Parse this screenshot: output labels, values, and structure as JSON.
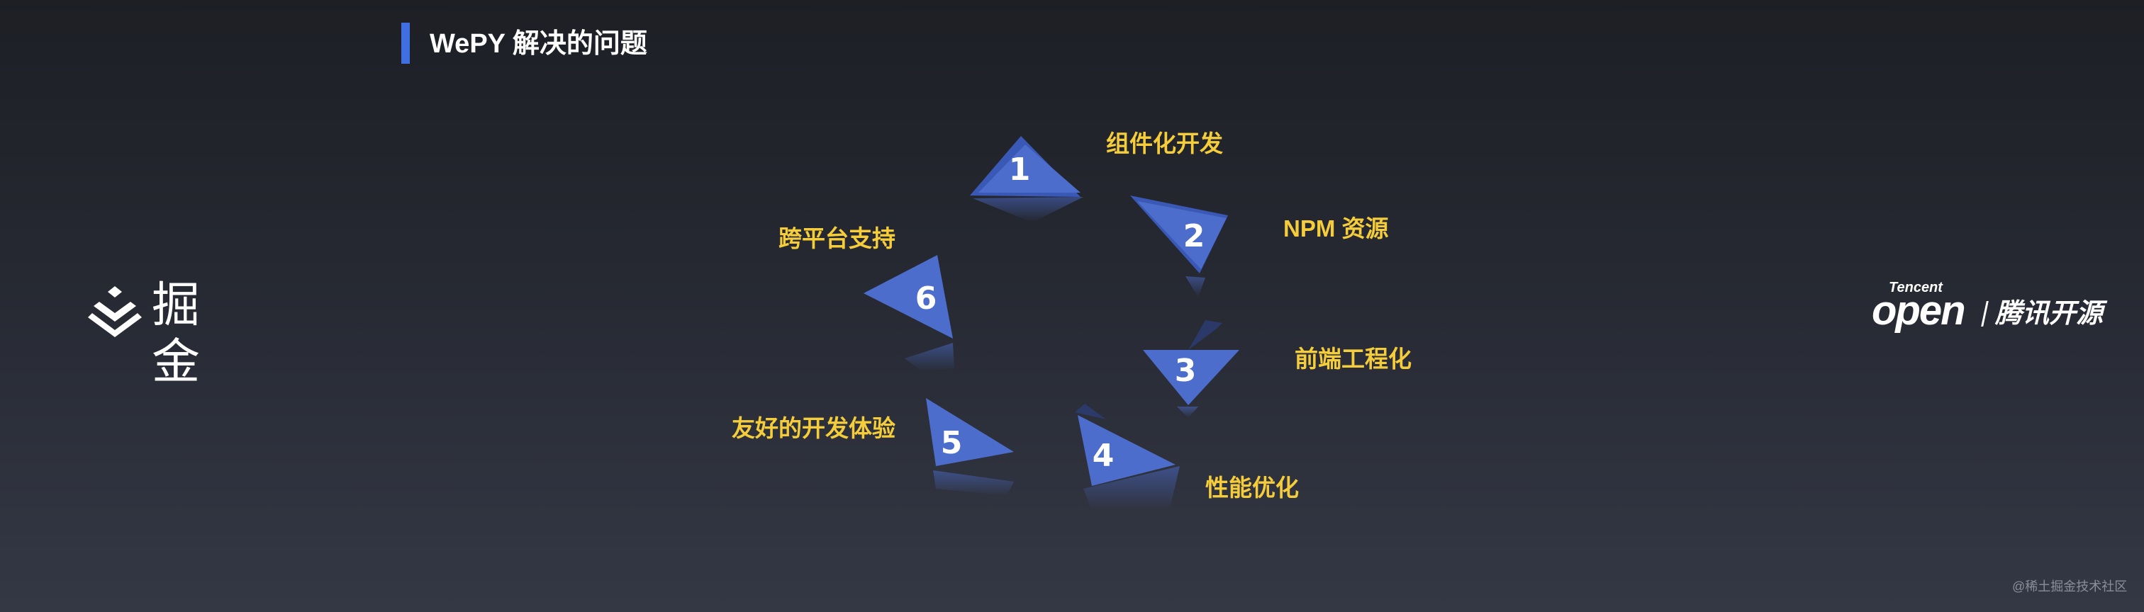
{
  "slide": {
    "title": "WePY 解决的问题"
  },
  "logos": {
    "left_brand": "掘金",
    "left_icon": "juejin-icon",
    "right_small": "Tencent",
    "right_main": "open",
    "right_cn": "腾讯开源"
  },
  "items": [
    {
      "number": "1",
      "label": "组件化开发"
    },
    {
      "number": "2",
      "label": "NPM 资源"
    },
    {
      "number": "3",
      "label": "前端工程化"
    },
    {
      "number": "4",
      "label": "性能优化"
    },
    {
      "number": "5",
      "label": "友好的开发体验"
    },
    {
      "number": "6",
      "label": "跨平台支持"
    }
  ],
  "watermark": "@稀土掘金技术社区",
  "colors": {
    "accent": "#3f6fe0",
    "label": "#f5cd3b",
    "triangle": "#4a69c7"
  }
}
